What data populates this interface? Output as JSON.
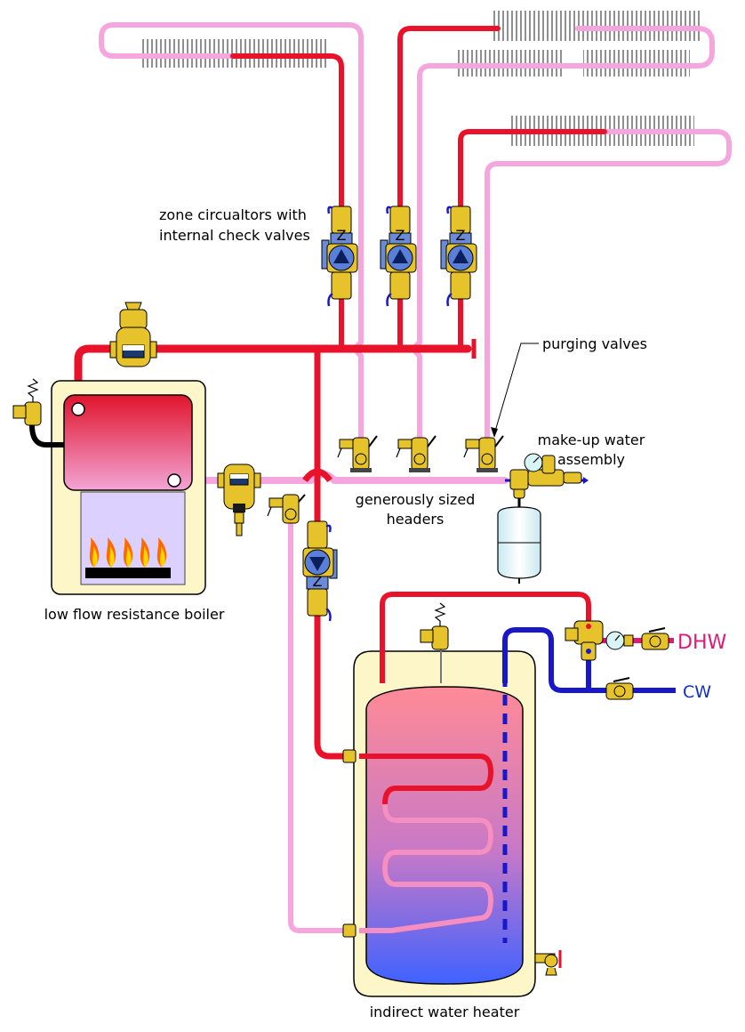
{
  "labels": {
    "zone_circulators_line1": "zone circualtors with",
    "zone_circulators_line2": "internal check valves",
    "purging_valves": "purging valves",
    "makeup_line1": "make-up water",
    "makeup_line2": "assembly",
    "headers_line1": "generously sized",
    "headers_line2": "headers",
    "boiler": "low flow resistance boiler",
    "water_heater": "indirect water heater",
    "dhw": "DHW",
    "cw": "CW",
    "circulator_letter": "Z"
  },
  "colors": {
    "supply": "#e8132b",
    "return": "#f5a6de",
    "cold": "#1818c8",
    "dhw": "#e0187a",
    "cw": "#1030c8",
    "brass": "#e6c32a",
    "boiler_cabinet": "#fdf6c8",
    "tank_top": "#ff8aa0",
    "tank_bottom": "#4466ff"
  }
}
